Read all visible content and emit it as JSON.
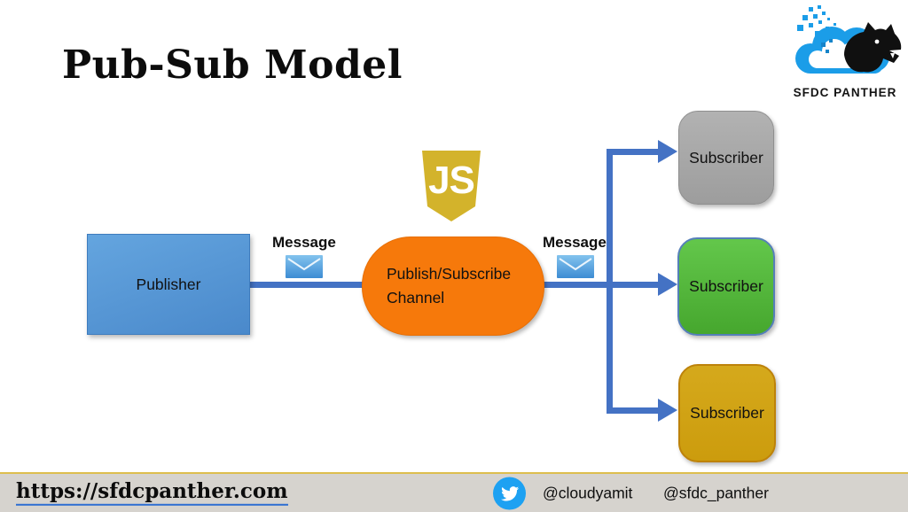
{
  "slide": {
    "title": "Pub-Sub Model",
    "logo": {
      "caption": "SFDC PANTHER"
    },
    "js_badge": {
      "letters": "JS"
    },
    "diagram": {
      "publisher": {
        "label": "Publisher"
      },
      "channel": {
        "label": "Publish/Subscribe Channel"
      },
      "messages": [
        {
          "label": "Message"
        },
        {
          "label": "Message"
        }
      ],
      "subscribers": [
        {
          "label": "Subscriber",
          "color": "#a6a6a6"
        },
        {
          "label": "Subscriber",
          "color": "#55be3c"
        },
        {
          "label": "Subscriber",
          "color": "#d3a213"
        }
      ]
    },
    "footer": {
      "url": "https://sfdcpanther.com",
      "handles": [
        "@cloudyamit",
        "@sfdc_panther"
      ]
    },
    "colors": {
      "arrow_blue": "#4472c4",
      "publisher_blue": "#5b9bd5",
      "channel_orange": "#f6790b",
      "envelope_blue": "#4d9bdb",
      "js_gold": "#d3b32b",
      "logo_cloud_blue": "#1b9de8",
      "twitter_blue": "#1da1f2",
      "footer_bg": "#d6d3ce",
      "footer_accent_gold": "#ddbe4e"
    },
    "icons": {
      "js": "js-shield-icon",
      "envelope": "message-envelope-icon",
      "twitter": "twitter-bird-icon",
      "logo": "panther-cloud-icon"
    }
  }
}
